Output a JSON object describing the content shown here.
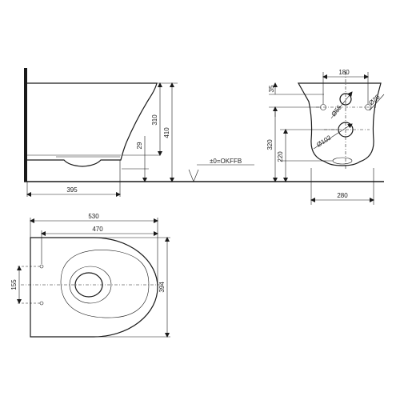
{
  "dimensions": {
    "side_width": "395",
    "side_height_total": "410",
    "side_height_inner": "310",
    "side_outlet": "29",
    "floor_ref": "±0=OKFFB",
    "front_top": "35",
    "front_height_320": "320",
    "front_height_220": "220",
    "front_width_180": "180",
    "front_width_280": "280",
    "diam_55": "Ø55",
    "diam_25": "Ø25",
    "diam_102": "Ø102",
    "plan_length_530": "530",
    "plan_length_470": "470",
    "plan_width_394": "394",
    "plan_bolt_spacing": "155"
  },
  "colors": {
    "line": "#1a1a1a",
    "background": "#ffffff"
  }
}
